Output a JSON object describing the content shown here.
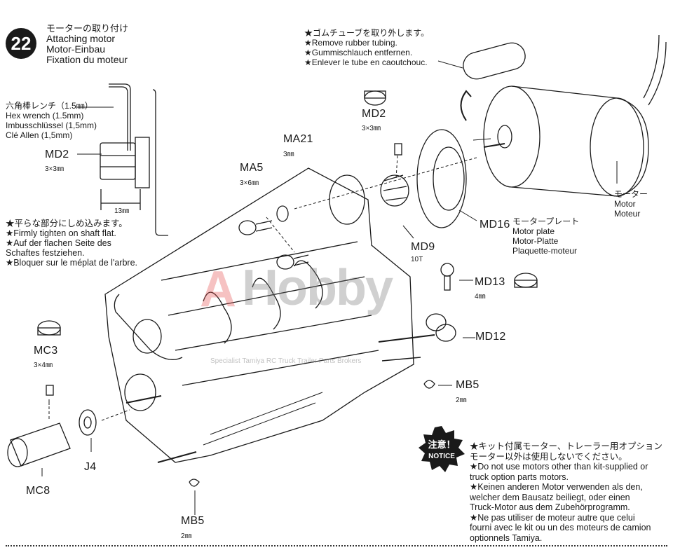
{
  "step": {
    "number": "22",
    "title_jp": "モーターの取り付け",
    "title_en": "Attaching motor",
    "title_de": "Motor-Einbau",
    "title_fr": "Fixation du moteur"
  },
  "hex_wrench": {
    "jp": "六角棒レンチ（1.5㎜）",
    "en": "Hex wrench (1.5mm)",
    "de": "Imbusschlüssel (1,5mm)",
    "fr": "Clé Allen (1,5mm)"
  },
  "detail": {
    "md2_label": "MD2",
    "md2_size": "3×3㎜",
    "dim": "13㎜"
  },
  "tighten": {
    "jp": "★平らな部分にしめ込みます。",
    "en": "★Firmly tighten on shaft flat.",
    "de1": "★Auf der flachen Seite des",
    "de2": "Schaftes festziehen.",
    "fr": "★Bloquer sur le méplat de l'arbre."
  },
  "rubber": {
    "jp": "★ゴムチューブを取り外します。",
    "en": "★Remove rubber tubing.",
    "de": "★Gummischlauch entfernen.",
    "fr": "★Enlever le tube en caoutchouc."
  },
  "parts": {
    "md2": {
      "label": "MD2",
      "size": "3×3㎜"
    },
    "ma21": {
      "label": "MA21",
      "size": "3㎜"
    },
    "ma5": {
      "label": "MA5",
      "size": "3×6㎜"
    },
    "md9": {
      "label": "MD9",
      "size": "10T"
    },
    "md16": {
      "label": "MD16",
      "jp": "モータープレート",
      "en": "Motor plate",
      "de": "Motor-Platte",
      "fr": "Plaquette-moteur"
    },
    "md13": {
      "label": "MD13",
      "size": "4㎜"
    },
    "md12": {
      "label": "MD12"
    },
    "mb5_right": {
      "label": "MB5",
      "size": "2㎜"
    },
    "mb5_bottom": {
      "label": "MB5",
      "size": "2㎜"
    },
    "mc3": {
      "label": "MC3",
      "size": "3×4㎜"
    },
    "mc8": {
      "label": "MC8"
    },
    "j4": {
      "label": "J4"
    },
    "motor": {
      "jp": "モーター",
      "en": "Motor",
      "fr": "Moteur"
    }
  },
  "notice": {
    "badge_jp": "注意！",
    "badge_en": "NOTICE",
    "jp1": "★キット付属モーター、トレーラー用オプション",
    "jp2": "モーター以外は使用しないでください。",
    "en1": "★Do not use motors other than kit-supplied or",
    "en2": "truck option parts motors.",
    "de1": "★Keinen anderen Motor verwenden als den,",
    "de2": "welcher dem Bausatz beiliegt, oder einen",
    "de3": "Truck-Motor aus dem Zubehörprogramm.",
    "fr1": "★Ne pas utiliser de moteur autre que celui",
    "fr2": "fourni avec le kit ou un des moteurs de camion",
    "fr3": "optionnels Tamiya."
  },
  "watermark": {
    "brand_a": "A",
    "brand": "Hobby",
    "sub": "Specialist Tamiya RC Truck Trailer Parts Brokers"
  },
  "colors": {
    "ink": "#1a1a1a",
    "watermark_red": "#e65050"
  }
}
